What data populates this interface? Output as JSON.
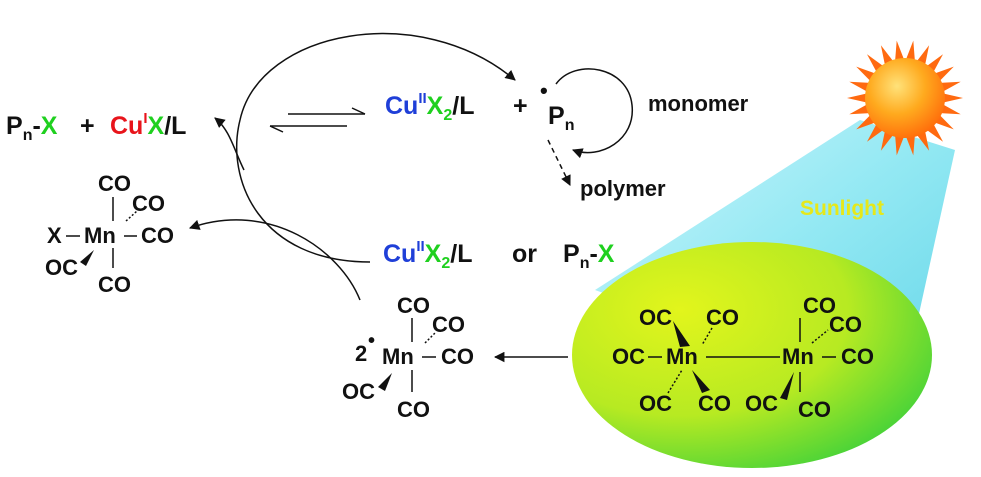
{
  "colors": {
    "copper": "#1f3fd8",
    "copper_i": "#e8141b",
    "halide": "#1fd01f",
    "ink": "#111111",
    "sunlight_text": "#e6e81a",
    "beam": "#7fe6f2",
    "ellipse_light": "#d4f21a",
    "ellipse_dark": "#2fcf3a",
    "sun_core": "#ff9a12",
    "sun_ray": "#ff6a10"
  },
  "icons": {
    "sun": "sun-icon"
  },
  "equilibrium": {
    "dormant_p": "P",
    "dormant_sub": "n",
    "dormant_dash": "-",
    "dormant_x": "X",
    "plus1": "+",
    "cu1_sym": "Cu",
    "cu1_ox": "I",
    "cu1_x": "X",
    "cu1_l": "/L",
    "cu2_sym": "Cu",
    "cu2_ox": "II",
    "cu2_x": "X",
    "cu2_sub": "2",
    "cu2_l": "/L",
    "plus2": "+",
    "radical_dot": "•",
    "radical_p": "P",
    "radical_sub": "n"
  },
  "propagation": {
    "monomer": "monomer",
    "polymer": "polymer"
  },
  "deactivator": {
    "cu_sym": "Cu",
    "cu_ox": "II",
    "cu_x": "X",
    "cu_sub": "2",
    "cu_l": "/L",
    "or": "or",
    "p": "P",
    "p_sub": "n",
    "dash": "-",
    "x": "X"
  },
  "mnx": {
    "x": "X",
    "mn": "Mn",
    "co_top": "CO",
    "co_upper_right": "CO",
    "co_right": "CO",
    "co_left": "OC",
    "co_bottom": "CO"
  },
  "mn_radical": {
    "count": "2",
    "dot": "•",
    "mn": "Mn",
    "co_top": "CO",
    "co_upper_right": "CO",
    "co_right": "CO",
    "co_left": "OC",
    "co_bottom": "CO"
  },
  "dimer": {
    "mn_left": "Mn",
    "mn_right": "Mn",
    "l_co_top_left": "OC",
    "l_co_top_right": "CO",
    "l_co_left": "OC",
    "l_co_bottom_left": "OC",
    "l_co_bottom_right": "CO",
    "r_co_top": "CO",
    "r_co_upper_right": "CO",
    "r_co_right": "CO",
    "r_co_bottom_left": "OC",
    "r_co_bottom_right": "CO"
  },
  "sunlight": {
    "label": "Sunlight"
  }
}
